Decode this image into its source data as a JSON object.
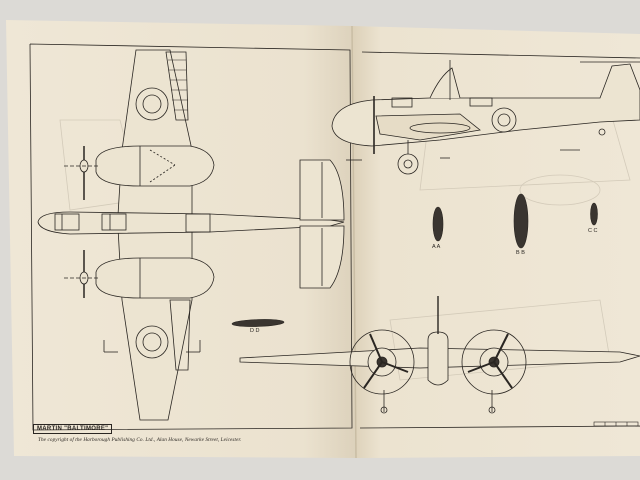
{
  "title_box": "MARTIN \"BALTIMORE\"",
  "copyright": "The copyright of the Harborough Publishing Co. Ltd., Alan House, Newarke Street, Leicester.",
  "section_labels": {
    "aa": "A A",
    "bb": "B B",
    "cc": "C C",
    "dd": "D D"
  },
  "colors": {
    "paper": "#efe6d3",
    "paper_shadow": "#e4d9c2",
    "ink": "#2a2622",
    "background": "#dcdad6"
  }
}
